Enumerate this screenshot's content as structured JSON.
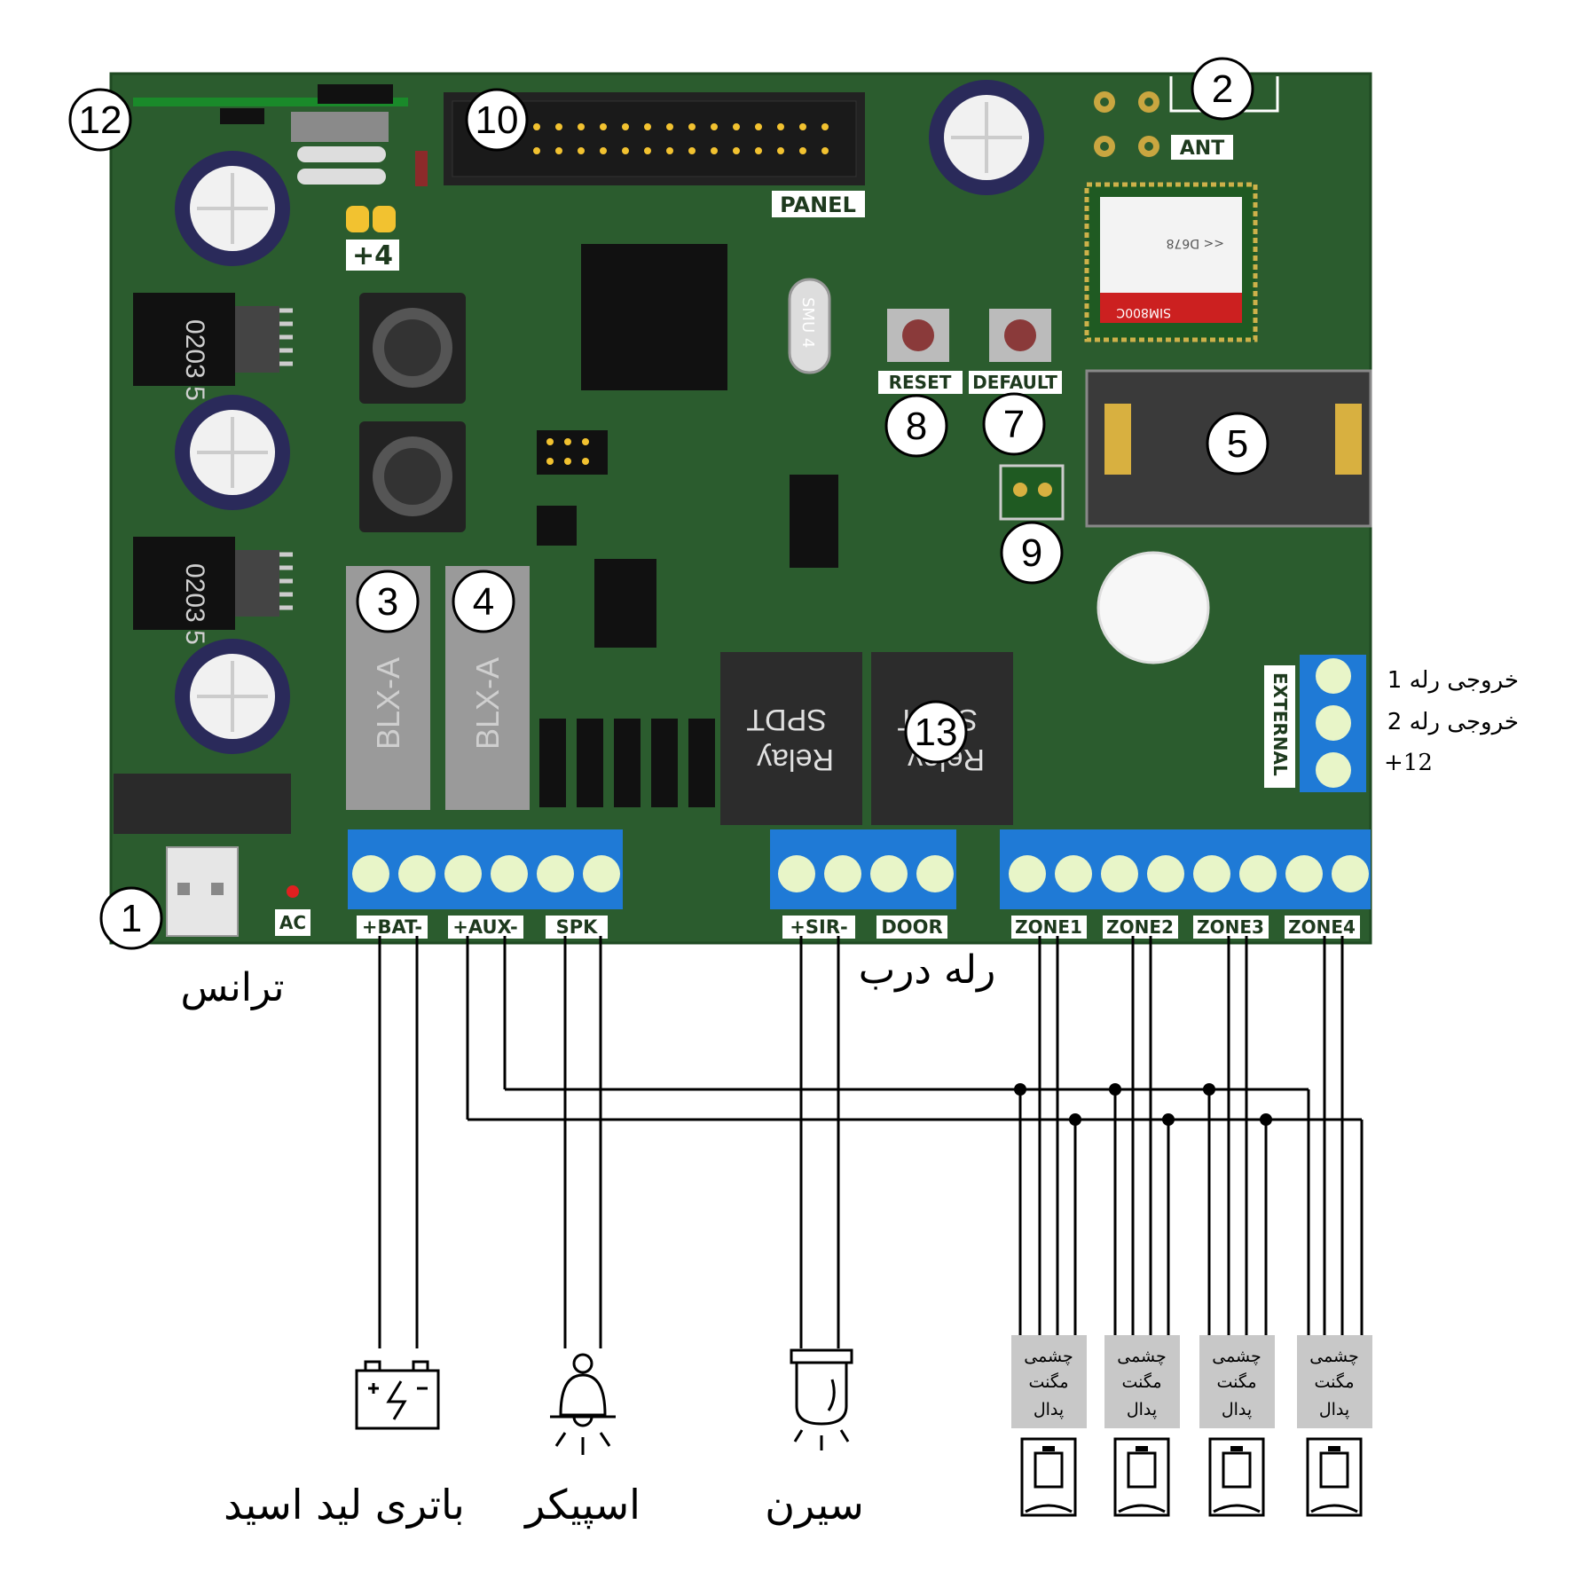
{
  "callouts": [
    {
      "id": "1",
      "label": "1"
    },
    {
      "id": "2",
      "label": "2"
    },
    {
      "id": "3",
      "label": "3"
    },
    {
      "id": "4",
      "label": "4"
    },
    {
      "id": "5",
      "label": "5"
    },
    {
      "id": "7",
      "label": "7"
    },
    {
      "id": "8",
      "label": "8"
    },
    {
      "id": "9",
      "label": "9"
    },
    {
      "id": "10",
      "label": "10"
    },
    {
      "id": "12",
      "label": "12"
    },
    {
      "id": "13",
      "label": "13"
    }
  ],
  "board": {
    "ant": "ANT",
    "panel": "PANEL",
    "plus4": "+4",
    "reset": "RESET",
    "default": "DEFAULT",
    "external": "EXTERNAL",
    "ac": "AC",
    "relay1_line1": "SPDT",
    "relay1_line2": "Relay",
    "relay2_line1": "SPDT",
    "relay2_line2": "Relay",
    "blx1": "BLX-A",
    "blx2": "BLX-A",
    "smu": "SMU 4",
    "sim_chip": "SIM800C",
    "sim_code": "<< D678",
    "reg1": "0203 5",
    "reg2": "0203 5"
  },
  "terminals": {
    "bat": "+BAT-",
    "aux": "+AUX-",
    "spk": "SPK",
    "sir": "+SIR-",
    "door": "DOOR",
    "zone1": "ZONE1",
    "zone2": "ZONE2",
    "zone3": "ZONE3",
    "zone4": "ZONE4"
  },
  "labels": {
    "trans": "ترانس",
    "door_relay": "رله درب",
    "relay_out1": "خروجی رله 1",
    "relay_out2": "خروجی رله 2",
    "plus12": "+12",
    "battery": "باتری لید اسید",
    "speaker": "اسپیکر",
    "siren": "سیرن"
  },
  "sensors": [
    {
      "line1": "چشمی",
      "line2": "مگنت",
      "line3": "پدال"
    },
    {
      "line1": "چشمی",
      "line2": "مگنت",
      "line3": "پدال"
    },
    {
      "line1": "چشمی",
      "line2": "مگنت",
      "line3": "پدال"
    },
    {
      "line1": "چشمی",
      "line2": "مگنت",
      "line3": "پدال"
    }
  ],
  "colors": {
    "pcb": "#2b5c2e",
    "terminal_blue": "#1f7ad6",
    "terminal_hole": "#e8f5c8",
    "sensor_box": "#c8c8c8"
  }
}
